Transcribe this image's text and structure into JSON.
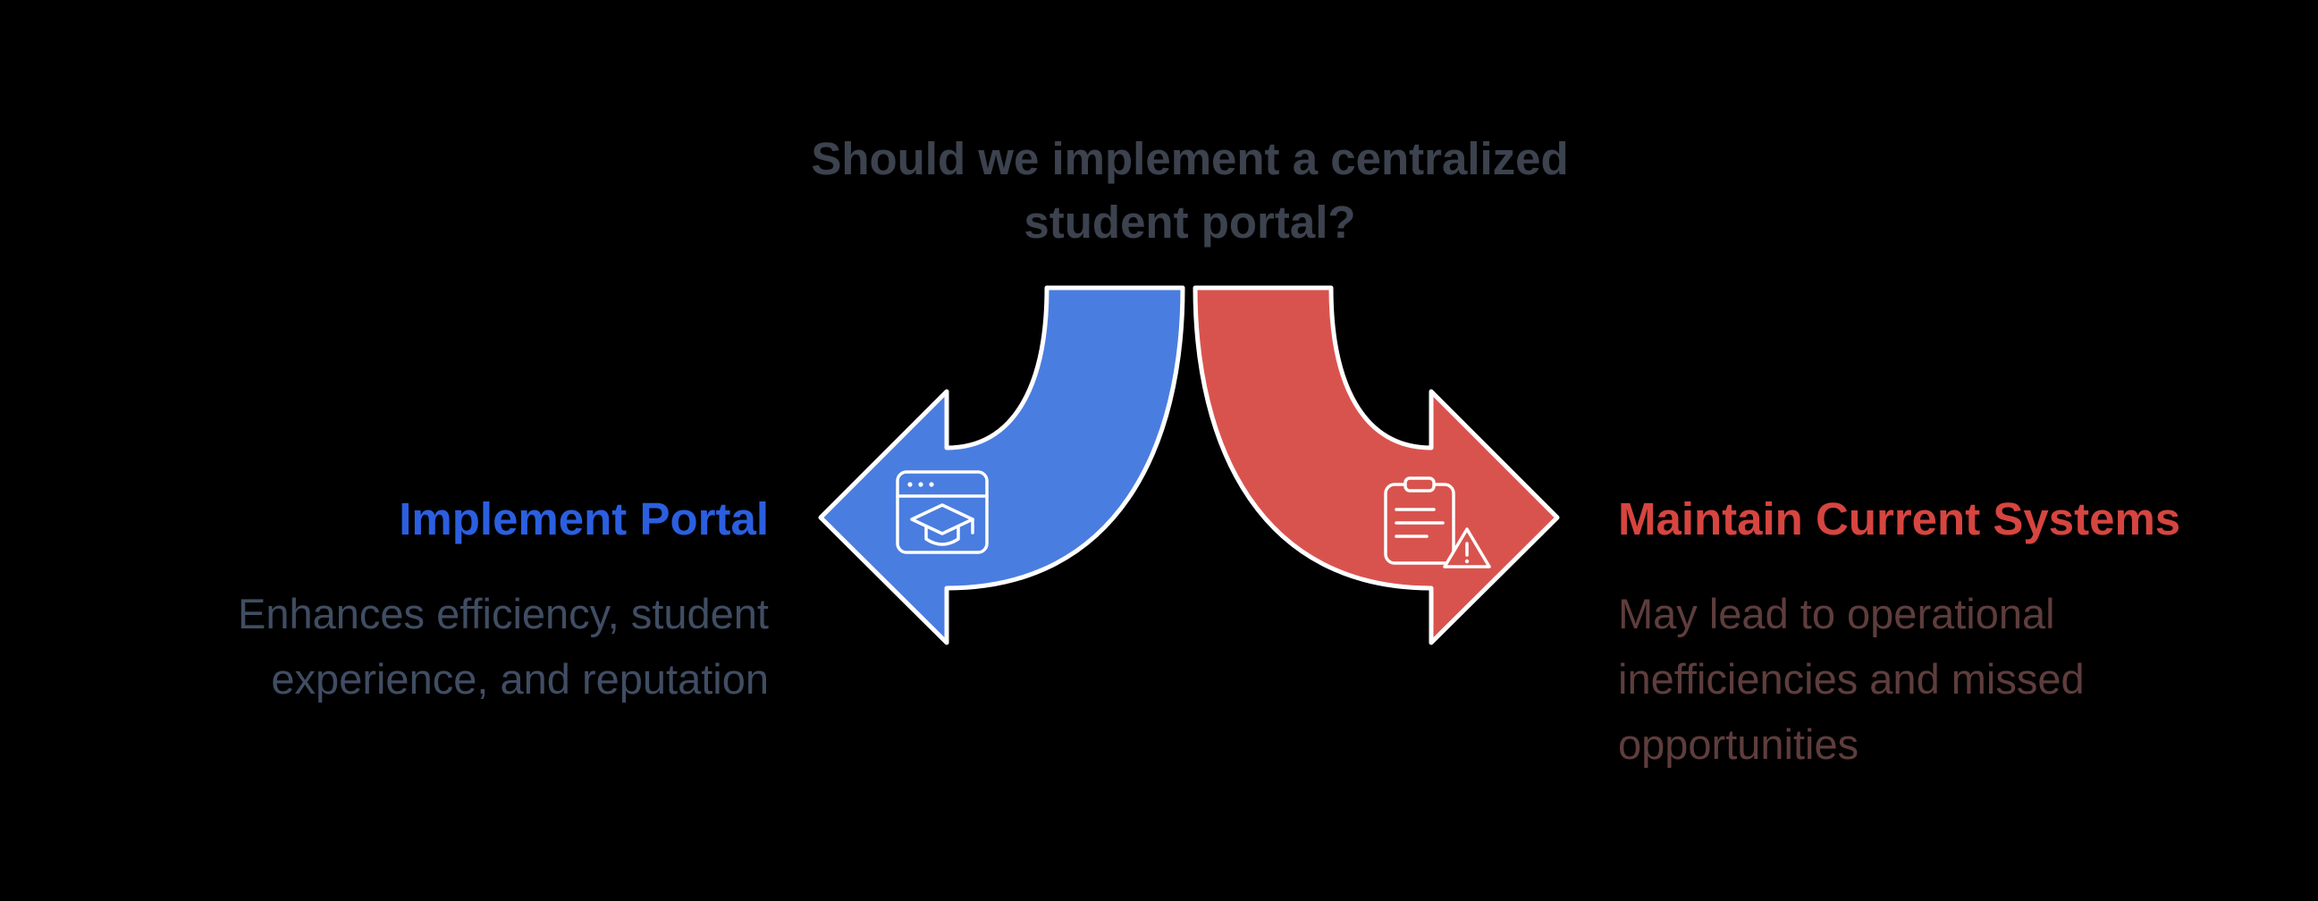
{
  "diagram": {
    "question": {
      "lines": [
        "Should we implement a centralized",
        "student portal?"
      ]
    },
    "left": {
      "heading": "Implement Portal",
      "body_lines": [
        "Enhances efficiency, student",
        "experience, and reputation"
      ],
      "icon": "portal-browser-graduation-cap-icon"
    },
    "right": {
      "heading": "Maintain Current Systems",
      "body_lines": [
        "May lead to operational",
        "inefficiencies and missed",
        "opportunities"
      ],
      "icon": "clipboard-warning-icon"
    },
    "colors": {
      "background": "#000000",
      "left_arrow": "#4a7de0",
      "right_arrow": "#d9534e",
      "left_heading_text": "#2b5fe0",
      "left_body_text": "#404d63",
      "right_heading_text": "#d64540",
      "right_body_text": "#5f3d3d",
      "question_text": "#3c424e",
      "arrow_outline": "#ffffff",
      "icon_stroke": "#ffffff"
    }
  }
}
